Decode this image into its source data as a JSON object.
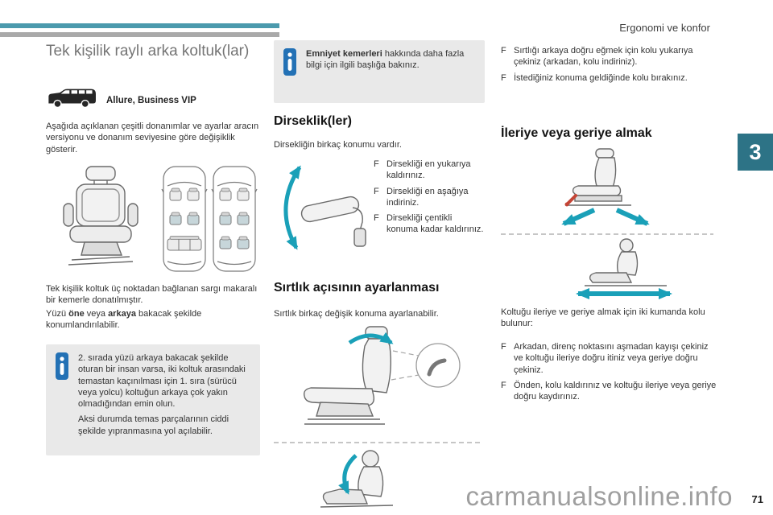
{
  "colors": {
    "accent": "#1aa0b8",
    "chapter_tab": "#2d7386",
    "bar_teal": "#4b9aad",
    "bar_gray": "#a9a9a9",
    "info_icon_blue": "#2371b5",
    "lever_red": "#c44536",
    "info_box_bg": "#e9e9e9"
  },
  "glyphs": {
    "bullet": "F"
  },
  "page": {
    "header": "Ergonomi ve konfor",
    "chapter_number": "3",
    "page_number": "71",
    "watermark": "carmanualsonline.info"
  },
  "left": {
    "title": "Tek kişilik raylı arka koltuk(lar)",
    "trim_label": "Allure, Business VIP",
    "intro": "Aşağıda açıklanan çeşitli donanımlar ve ayarlar aracın versiyonu ve donanım seviyesine göre değişiklik gösterir.",
    "belt_p1": "Tek kişilik koltuk üç noktadan bağlanan sargı makaralı bir kemerle donatılmıştır.",
    "belt_p2_a": "Yüzü ",
    "belt_p2_b1": "öne",
    "belt_p2_c": " veya ",
    "belt_p2_b2": "arkaya",
    "belt_p2_d": " bakacak şekilde konumlandırılabilir.",
    "info_p1": "2. sırada yüzü arkaya bakacak şekilde oturan bir insan varsa, iki koltuk arasındaki temastan kaçınılması için 1. sıra (sürücü veya yolcu) koltuğun arkaya çok yakın olmadığından emin olun.",
    "info_p2": "Aksi durumda temas parçalarının ciddi şekilde yıpranmasına yol açılabilir."
  },
  "mid": {
    "info_bold": "Emniyet kemerleri",
    "info_rest": " hakkında daha fazla bilgi için ilgili başlığa bakınız.",
    "armrest_heading": "Dirseklik(ler)",
    "armrest_intro": "Dirsekliğin birkaç konumu vardır.",
    "armrest_bullets": [
      "Dirsekliği en yukarıya kaldırınız.",
      "Dirsekliği en aşağıya indiriniz.",
      "Dirsekliği çentikli konuma kadar kaldırınız."
    ],
    "backrest_heading": "Sırtlık açısının ayarlanması",
    "backrest_intro": "Sırtlık birkaç değişik konuma ayarlanabilir."
  },
  "right": {
    "backrest_bullets": [
      "Sırtlığı arkaya doğru eğmek için kolu yukarıya çekiniz (arkadan, kolu indiriniz).",
      "İstediğiniz konuma geldiğinde kolu bırakınız."
    ],
    "slide_heading": "İleriye veya geriye almak",
    "slide_intro": "Koltuğu ileriye ve geriye almak için iki kumanda kolu bulunur:",
    "slide_bullets": [
      "Arkadan, direnç noktasını aşmadan kayışı çekiniz ve koltuğu ileriye doğru itiniz veya geriye doğru çekiniz.",
      "Önden, kolu kaldırınız ve koltuğu ileriye veya geriye doğru kaydırınız."
    ]
  }
}
